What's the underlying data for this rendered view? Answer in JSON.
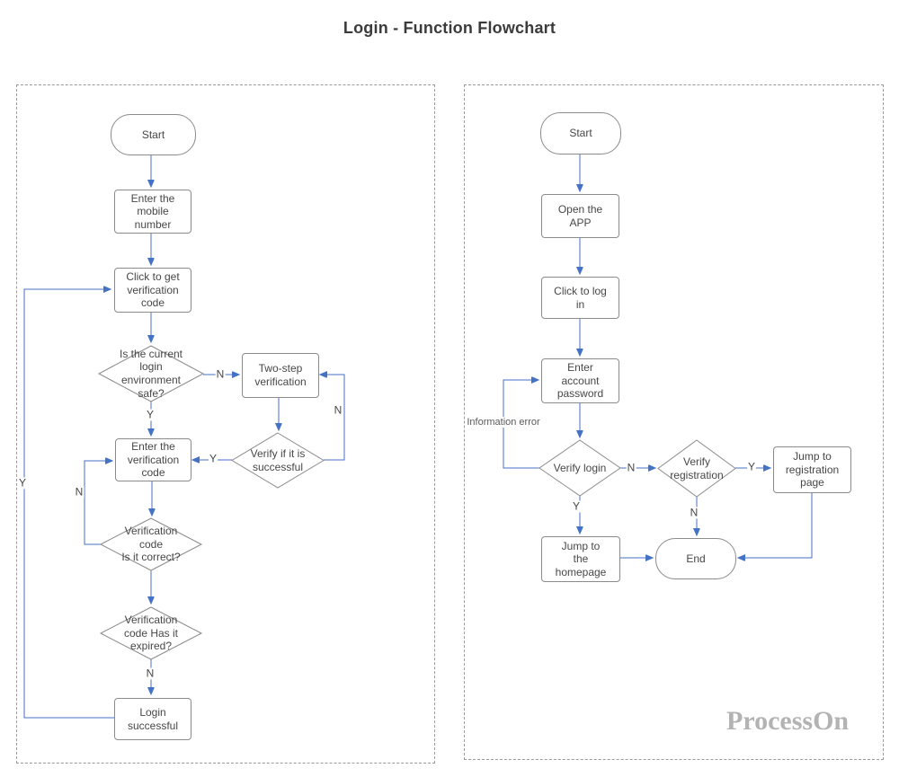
{
  "title": "Login - Function Flowchart",
  "watermark": "ProcessOn",
  "colors": {
    "connector": "#4472c4",
    "shape_border": "#8b8b8b",
    "text": "#474747",
    "panel_border": "#9a9a9a",
    "watermark": "#b3b3b3"
  },
  "left": {
    "nodes": {
      "start": "Start",
      "enter_mobile": "Enter the\nmobile\nnumber",
      "get_code": "Click to get\nverification\ncode",
      "env_safe": "Is the current\nlogin\nenvironment\nsafe?",
      "two_step": "Two-step\nverification",
      "verify_ok": "Verify if it is\nsuccessful",
      "enter_code": "Enter the\nverification\ncode",
      "code_correct": "Verification\ncode\nIs it correct?",
      "code_expired": "Verification\ncode Has it\nexpired?",
      "login_ok": "Login\nsuccessful"
    },
    "edge_labels": {
      "env_no": "N",
      "env_yes": "Y",
      "verify_yes": "Y",
      "verify_no": "N",
      "correct_no": "N",
      "expired_no": "N",
      "expired_yes": "Y"
    }
  },
  "right": {
    "nodes": {
      "start": "Start",
      "open_app": "Open the\nAPP",
      "click_login": "Click to log\nin",
      "enter_pw": "Enter\naccount\npassword",
      "verify_login": "Verify login",
      "verify_reg": "Verify\nregistration",
      "jump_reg": "Jump to\nregistration\npage",
      "jump_home": "Jump to\nthe\nhomepage",
      "end": "End"
    },
    "edge_labels": {
      "login_err": "Information error",
      "login_no": "N",
      "login_yes": "Y",
      "reg_yes": "Y",
      "reg_no": "N"
    }
  }
}
